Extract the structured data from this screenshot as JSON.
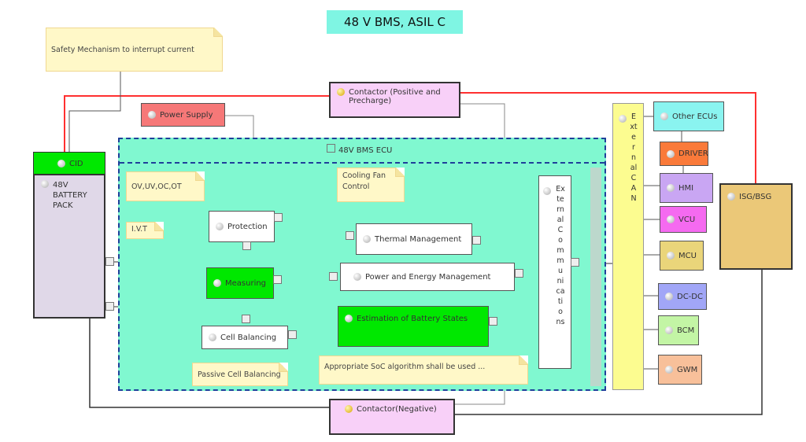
{
  "title": "48 V BMS, ASIL C",
  "notes": {
    "safety": "Safety Mechanism to interrupt current",
    "ovuv": "OV,UV,OC,OT",
    "ivt": "I.V.T",
    "cooling": "Cooling Fan Control",
    "passive": "Passive Cell Balancing",
    "soc": "Appropriate SoC algorithm shall be used ..."
  },
  "blocks": {
    "power_supply": "Power Supply",
    "contactor_pos": "Contactor (Positive and Precharge)",
    "contactor_neg": "Contactor(Negative)",
    "cid": "CID",
    "battery": "48V BATTERY PACK",
    "ecu": "48V BMS ECU",
    "protection": "Protection",
    "measuring": "Measuring",
    "cell_balancing": "Cell Balancing",
    "thermal": "Thermal Management",
    "power_energy": "Power and Energy Management",
    "estimation": "Estimation of Battery States",
    "ext_comm": [
      "Ex",
      "te",
      "rn",
      "al",
      "C",
      "o",
      "m",
      "m",
      "u",
      "ni",
      "ca",
      "ti",
      "o",
      "ns"
    ],
    "ext_can": [
      "E",
      "xt",
      "e",
      "r",
      "n",
      "al",
      "C",
      "A",
      "N"
    ],
    "isg": "ISG/BSG"
  },
  "ecus": [
    {
      "label": "Other ECUs",
      "color": "#8af4f0"
    },
    {
      "label": "DRIVER",
      "color": "#fa7a3a"
    },
    {
      "label": "HMI",
      "color": "#c9a6f3"
    },
    {
      "label": "VCU",
      "color": "#f56af0"
    },
    {
      "label": "MCU",
      "color": "#ead57a"
    },
    {
      "label": "DC-DC",
      "color": "#a1a6f7"
    },
    {
      "label": "BCM",
      "color": "#c3f5a5"
    },
    {
      "label": "GWM",
      "color": "#f8c09a"
    }
  ]
}
